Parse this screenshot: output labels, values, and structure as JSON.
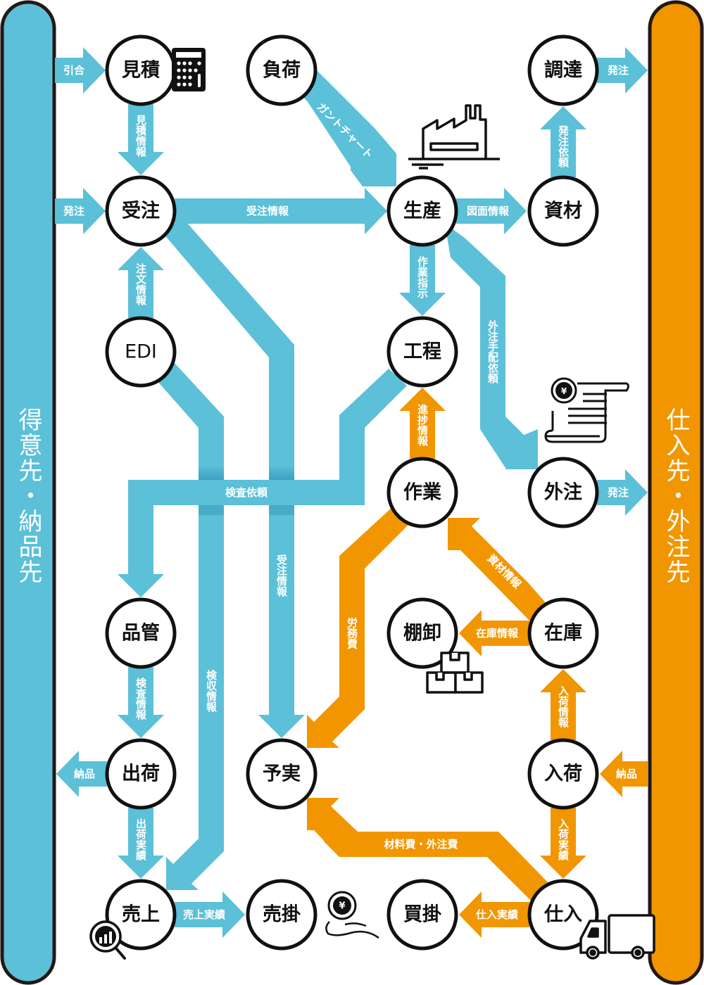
{
  "colors": {
    "blue": "#5bc0d8",
    "orange": "#f19600",
    "outline": "#111111",
    "node_fill": "#ffffff"
  },
  "sides": {
    "left": {
      "label": "得意先・納品先",
      "color": "#5bc0d8"
    },
    "right": {
      "label": "仕入先・外注先",
      "color": "#f19600"
    }
  },
  "nodes": [
    {
      "id": "mitsumori",
      "label": "見積"
    },
    {
      "id": "fuka",
      "label": "負荷"
    },
    {
      "id": "chotatsu",
      "label": "調達"
    },
    {
      "id": "juchu",
      "label": "受注"
    },
    {
      "id": "seisan",
      "label": "生産"
    },
    {
      "id": "shizai",
      "label": "資材"
    },
    {
      "id": "edi",
      "label": "EDI"
    },
    {
      "id": "kotei",
      "label": "工程"
    },
    {
      "id": "sagyo",
      "label": "作業"
    },
    {
      "id": "gaichu",
      "label": "外注"
    },
    {
      "id": "hinkan",
      "label": "品管"
    },
    {
      "id": "tanaoroshi",
      "label": "棚卸"
    },
    {
      "id": "zaiko",
      "label": "在庫"
    },
    {
      "id": "shukka",
      "label": "出荷"
    },
    {
      "id": "yojitsu",
      "label": "予実"
    },
    {
      "id": "nyuka",
      "label": "入荷"
    },
    {
      "id": "uriage",
      "label": "売上"
    },
    {
      "id": "urikake",
      "label": "売掛"
    },
    {
      "id": "kaikake",
      "label": "買掛"
    },
    {
      "id": "shiire",
      "label": "仕入"
    }
  ],
  "edges": [
    {
      "label": "引合",
      "from": "得意先・納品先",
      "to": "見積",
      "color": "blue"
    },
    {
      "label": "見積情報",
      "from": "見積",
      "to": "受注",
      "color": "blue"
    },
    {
      "label": "発注",
      "from": "得意先・納品先",
      "to": "受注",
      "color": "blue"
    },
    {
      "label": "受注情報",
      "from": "受注",
      "to": "生産",
      "color": "blue"
    },
    {
      "label": "ガントチャート",
      "from": "負荷",
      "to": "生産",
      "color": "blue"
    },
    {
      "label": "図面情報",
      "from": "生産",
      "to": "資材",
      "color": "blue"
    },
    {
      "label": "発注依頼",
      "from": "資材",
      "to": "調達",
      "color": "blue"
    },
    {
      "label": "発注",
      "from": "調達",
      "to": "仕入先・外注先",
      "color": "blue"
    },
    {
      "label": "注文情報",
      "from": "EDI",
      "to": "受注",
      "color": "blue"
    },
    {
      "label": "作業指示",
      "from": "生産",
      "to": "工程",
      "color": "blue"
    },
    {
      "label": "外注手配依頼",
      "from": "生産",
      "to": "外注",
      "color": "blue"
    },
    {
      "label": "発注",
      "from": "外注",
      "to": "仕入先・外注先",
      "color": "blue"
    },
    {
      "label": "検査依頼",
      "from": "工程",
      "to": "品管",
      "color": "blue"
    },
    {
      "label": "受注情報",
      "from": "受注",
      "to": "予実",
      "color": "blue"
    },
    {
      "label": "検収情報",
      "from": "EDI",
      "to": "売上",
      "color": "blue"
    },
    {
      "label": "進捗情報",
      "from": "作業",
      "to": "工程",
      "color": "orange"
    },
    {
      "label": "労務費",
      "from": "作業",
      "to": "予実",
      "color": "orange"
    },
    {
      "label": "資材情報",
      "from": "在庫",
      "to": "作業",
      "color": "orange"
    },
    {
      "label": "在庫情報",
      "from": "在庫",
      "to": "棚卸",
      "color": "orange"
    },
    {
      "label": "検査情報",
      "from": "品管",
      "to": "出荷",
      "color": "blue"
    },
    {
      "label": "納品",
      "from": "出荷",
      "to": "得意先・納品先",
      "color": "blue"
    },
    {
      "label": "入荷情報",
      "from": "入荷",
      "to": "在庫",
      "color": "orange"
    },
    {
      "label": "納品",
      "from": "仕入先・外注先",
      "to": "入荷",
      "color": "orange"
    },
    {
      "label": "出荷実績",
      "from": "出荷",
      "to": "売上",
      "color": "blue"
    },
    {
      "label": "入荷実績",
      "from": "入荷",
      "to": "仕入",
      "color": "orange"
    },
    {
      "label": "材料費・外注費",
      "from": "仕入",
      "to": "予実",
      "color": "orange"
    },
    {
      "label": "売上実績",
      "from": "売上",
      "to": "売掛",
      "color": "blue"
    },
    {
      "label": "仕入実績",
      "from": "仕入",
      "to": "買掛",
      "color": "orange"
    }
  ],
  "icons": [
    "calculator-icon",
    "factory-icon",
    "invoice-yen-icon",
    "boxes-icon",
    "analytics-magnifier-icon",
    "yen-coin-hand-icon",
    "delivery-truck-icon"
  ]
}
